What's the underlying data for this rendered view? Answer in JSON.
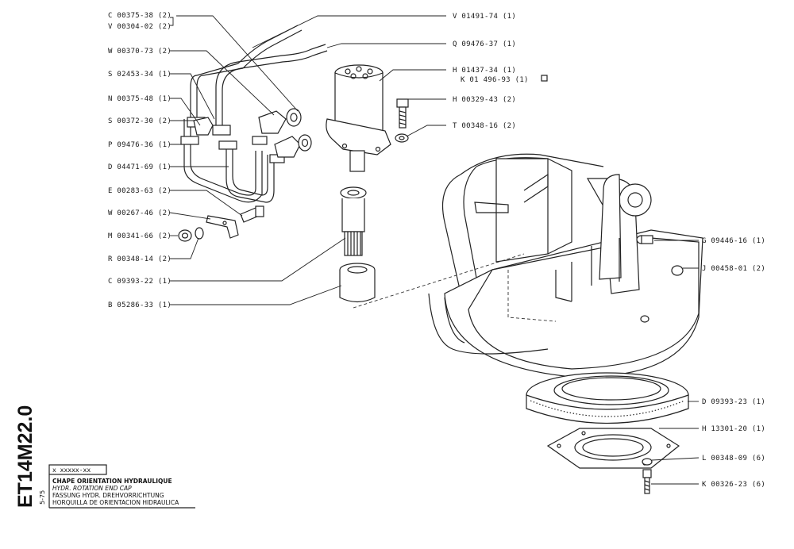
{
  "doc": {
    "code": "ET14M22.0",
    "date": "5-75",
    "ref_code": "x xxxxx-xx",
    "titles": [
      "CHAPE ORIENTATION HYDRAULIQUE",
      "HYDR. ROTATION END CAP",
      "FASSUNG HYDR. DREHVORRICHTUNG",
      "HORQUILLA DE ORIENTACION HIDRAULICA"
    ]
  },
  "labels_left": [
    "C 00375-38 (2)",
    "V 00304-02 (2)",
    "W 00370-73 (2)",
    "S 02453-34 (1)",
    "N 00375-48 (1)",
    "S 00372-30 (2)",
    "P 09476-36 (1)",
    "D 04471-69 (1)",
    "E 00283-63 (2)",
    "W 00267-46 (2)",
    "M 00341-66 (2)",
    "R 00348-14 (2)",
    "C 09393-22 (1)",
    "B 05286-33 (1)"
  ],
  "labels_right": [
    "V 01491-74 (1)",
    "Q 09476-37 (1)",
    "H 01437-34 (1)",
    "K 01 496-93 (1)",
    "H 00329-43 (2)",
    "T 00348-16 (2)",
    "G 09446-16 (1)",
    "J 00458-01 (2)",
    "D 09393-23 (1)",
    "H 13301-20 (1)",
    "L 00348-09 (6)",
    "K 00326-23 (6)"
  ]
}
